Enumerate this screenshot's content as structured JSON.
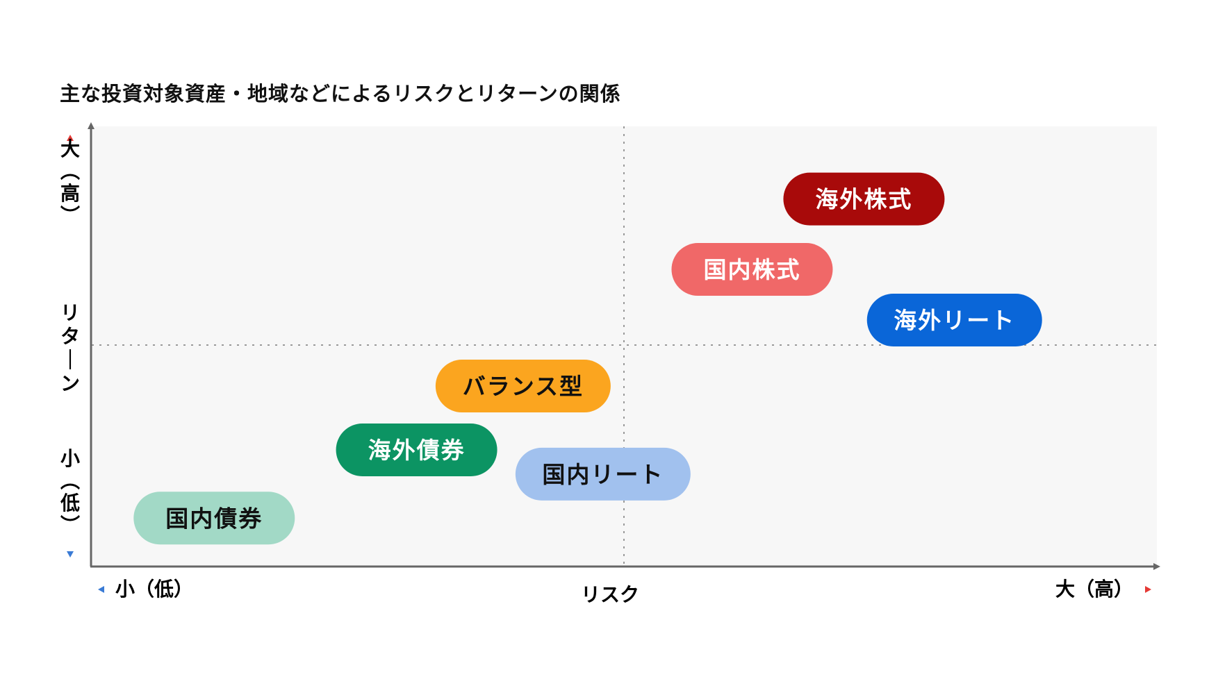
{
  "title": "主な投資対象資産・地域などによるリスクとリターンの関係",
  "chart_data": {
    "type": "scatter",
    "title": "主な投資対象資産・地域などによるリスクとリターンの関係",
    "xlabel": "リスク",
    "ylabel": "リターン",
    "x_low_label": "小（低）",
    "x_high_label": "大（高）",
    "y_low_label": "小（低）",
    "y_high_label": "大（高）",
    "xlim": [
      0,
      10
    ],
    "ylim": [
      0,
      10
    ],
    "grid": "dashed center lines",
    "points": [
      {
        "label": "海外株式",
        "x": 7.25,
        "y": 8.35,
        "color": "#a80a0a",
        "text_color": "#ffffff"
      },
      {
        "label": "国内株式",
        "x": 6.2,
        "y": 6.75,
        "color": "#f06868",
        "text_color": "#ffffff"
      },
      {
        "label": "海外リート",
        "x": 8.1,
        "y": 5.6,
        "color": "#0a66d8",
        "text_color": "#ffffff"
      },
      {
        "label": "バランス型",
        "x": 4.05,
        "y": 4.1,
        "color": "#fba51f",
        "text_color": "#111111"
      },
      {
        "label": "海外債券",
        "x": 3.05,
        "y": 2.65,
        "color": "#0c9463",
        "text_color": "#ffffff"
      },
      {
        "label": "国内リート",
        "x": 4.8,
        "y": 2.1,
        "color": "#a1c1ee",
        "text_color": "#111111"
      },
      {
        "label": "国内債券",
        "x": 1.15,
        "y": 1.1,
        "color": "#a2d9c6",
        "text_color": "#111111"
      }
    ],
    "colors": {
      "plot_background": "#f7f7f7",
      "axis": "#666666",
      "arrow_high": "#e53935",
      "arrow_low": "#3a7bd5"
    }
  }
}
